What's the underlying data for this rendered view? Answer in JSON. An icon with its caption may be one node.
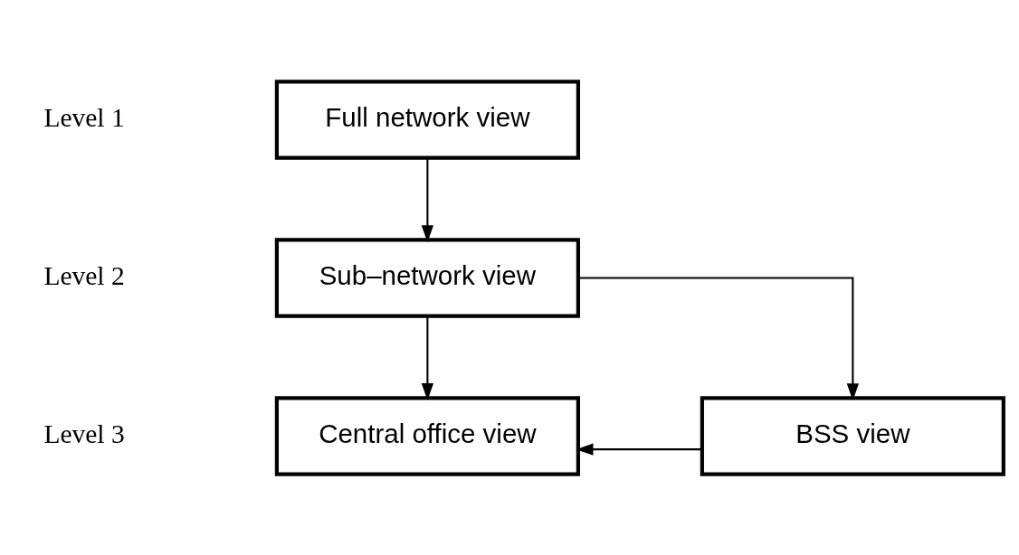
{
  "diagram": {
    "nodes": [
      {
        "text": [
          "Full network view"
        ]
      },
      {
        "text": [
          "Sub–network view"
        ]
      },
      {
        "text": [
          "Central office view"
        ]
      },
      {
        "text": [
          "BSS view"
        ]
      }
    ],
    "edges": [
      {
        "from": 0,
        "to": 1,
        "arrow": "to"
      },
      {
        "from": 1,
        "to": 2,
        "arrow": "to"
      },
      {
        "from": 1,
        "to": 3,
        "arrow": "to"
      },
      {
        "from": 3,
        "to": 2,
        "arrow": "to"
      }
    ],
    "labels": [
      "Level 1",
      "Level 2",
      "Level 3"
    ]
  }
}
